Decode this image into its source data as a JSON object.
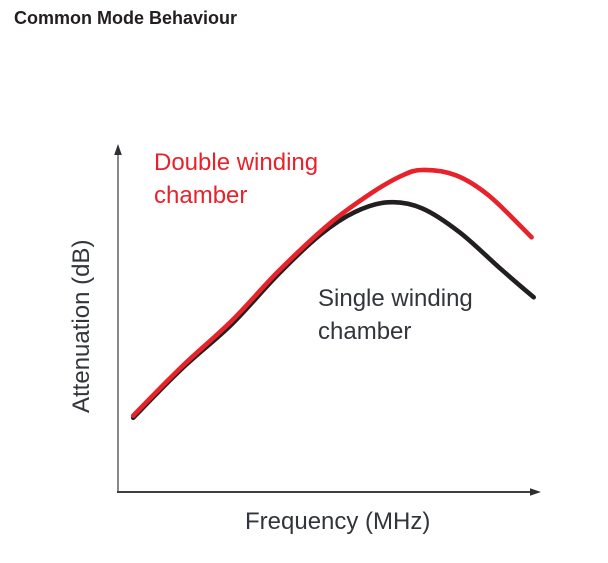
{
  "page": {
    "title": "Common Mode Behaviour"
  },
  "chart_data": {
    "type": "line",
    "title": "Common Mode Behaviour",
    "xlabel": "Frequency (MHz)",
    "ylabel": "Attenuation (dB)",
    "axes": {
      "ticks": "none",
      "gridlines": false,
      "style": "arrow-ended sketch axes, no tick labels, qualitative plot",
      "x_range_norm": [
        0,
        1
      ],
      "y_range_norm": [
        0,
        1
      ]
    },
    "legend": "inline text annotations beside each curve",
    "series": [
      {
        "name": "Double winding chamber",
        "color": "#e8222a",
        "x": [
          0.036,
          0.15,
          0.27,
          0.38,
          0.5,
          0.6,
          0.67,
          0.72,
          0.8,
          0.88,
          0.98
        ],
        "y": [
          0.22,
          0.36,
          0.494,
          0.636,
          0.772,
          0.861,
          0.91,
          0.928,
          0.913,
          0.853,
          0.734
        ]
      },
      {
        "name": "Single winding chamber",
        "color": "#231f20",
        "x": [
          0.036,
          0.15,
          0.27,
          0.38,
          0.48,
          0.56,
          0.64,
          0.72,
          0.81,
          0.905,
          0.985
        ],
        "y": [
          0.214,
          0.354,
          0.484,
          0.628,
          0.742,
          0.806,
          0.835,
          0.818,
          0.748,
          0.645,
          0.561
        ]
      }
    ],
    "colors": {
      "axis_y": "#87888b",
      "axis_x": "#3e3f43",
      "arrowhead": "#2e2f33",
      "title_text": "#231f20",
      "label_text": "#32353b"
    }
  }
}
